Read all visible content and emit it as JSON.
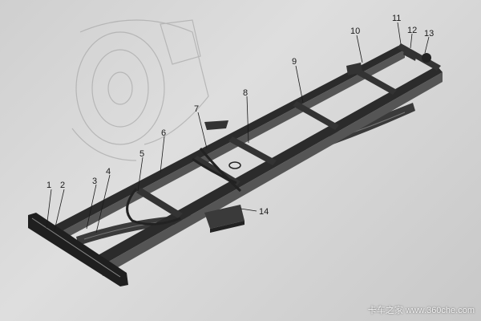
{
  "callouts": [
    {
      "id": "1",
      "label": "1"
    },
    {
      "id": "2",
      "label": "2"
    },
    {
      "id": "3",
      "label": "3"
    },
    {
      "id": "4",
      "label": "4"
    },
    {
      "id": "5",
      "label": "5"
    },
    {
      "id": "6",
      "label": "6"
    },
    {
      "id": "7",
      "label": "7"
    },
    {
      "id": "8",
      "label": "8"
    },
    {
      "id": "9",
      "label": "9"
    },
    {
      "id": "10",
      "label": "10"
    },
    {
      "id": "11",
      "label": "11"
    },
    {
      "id": "12",
      "label": "12"
    },
    {
      "id": "13",
      "label": "13"
    },
    {
      "id": "14",
      "label": "14"
    }
  ],
  "watermark": "卡车之家 www.360che.com",
  "colors": {
    "paper": "#d6d6d6",
    "ink": "#1a1a1a",
    "frame_fill": "#2b2b2b"
  }
}
